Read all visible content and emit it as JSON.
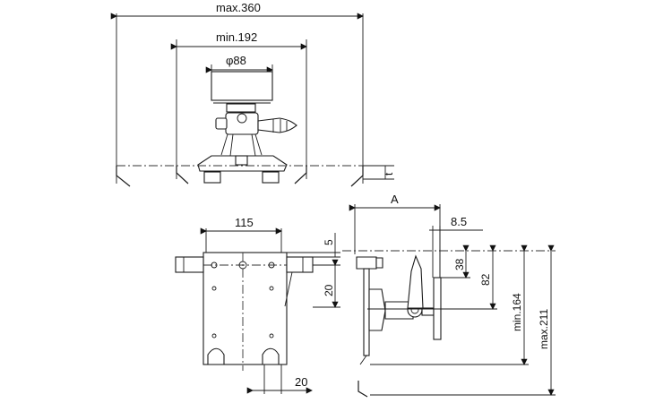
{
  "dimensions": {
    "max_width": "max.360",
    "min_width": "min.192",
    "diameter": "φ88",
    "thickness": "t",
    "front_width": "115",
    "front_top_offset": "5",
    "front_side_offset": "20",
    "front_bottom_width": "20",
    "side_A": "A",
    "side_8_5": "8.5",
    "side_38": "38",
    "side_82": "82",
    "side_min_height": "min.164",
    "side_max_height": "max.211"
  },
  "colors": {
    "line": "#1b1b1b",
    "background": "#ffffff",
    "part_fill": "#ffffff"
  }
}
